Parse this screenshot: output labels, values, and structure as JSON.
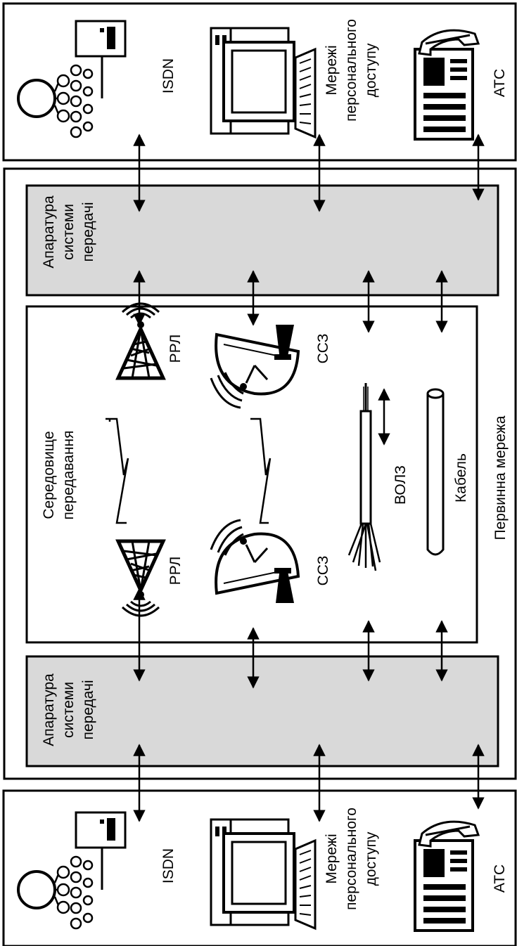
{
  "diagram": {
    "top_block": {
      "isdn": "ISDN",
      "pc_line1": "Мережі",
      "pc_line2": "персонального",
      "pc_line3": "доступу",
      "ats": "АТС"
    },
    "bottom_block": {
      "isdn": "ISDN",
      "pc_line1": "Мережі",
      "pc_line2": "персонального",
      "pc_line3": "доступу",
      "ats": "АТС"
    },
    "primary_network": {
      "label": "Первинна мережа",
      "equipment_top_line1": "Апаратура",
      "equipment_top_line2": "системи",
      "equipment_top_line3": "передачі",
      "equipment_bottom_line1": "Апаратура",
      "equipment_bottom_line2": "системи",
      "equipment_bottom_line3": "передачі",
      "medium_line1": "Середовище",
      "medium_line2": "передавання",
      "rrl_top": "РРЛ",
      "rrl_bottom": "РРЛ",
      "ssz_top": "ССЗ",
      "ssz_bottom": "ССЗ",
      "volz": "ВОЛЗ",
      "cable": "Кабель"
    },
    "icons": [
      "isdn-hub-icon",
      "computer-icon",
      "telephone-icon",
      "radio-tower-icon",
      "satellite-dish-icon",
      "fiber-optic-icon",
      "cable-icon",
      "lightning-link-icon"
    ]
  }
}
